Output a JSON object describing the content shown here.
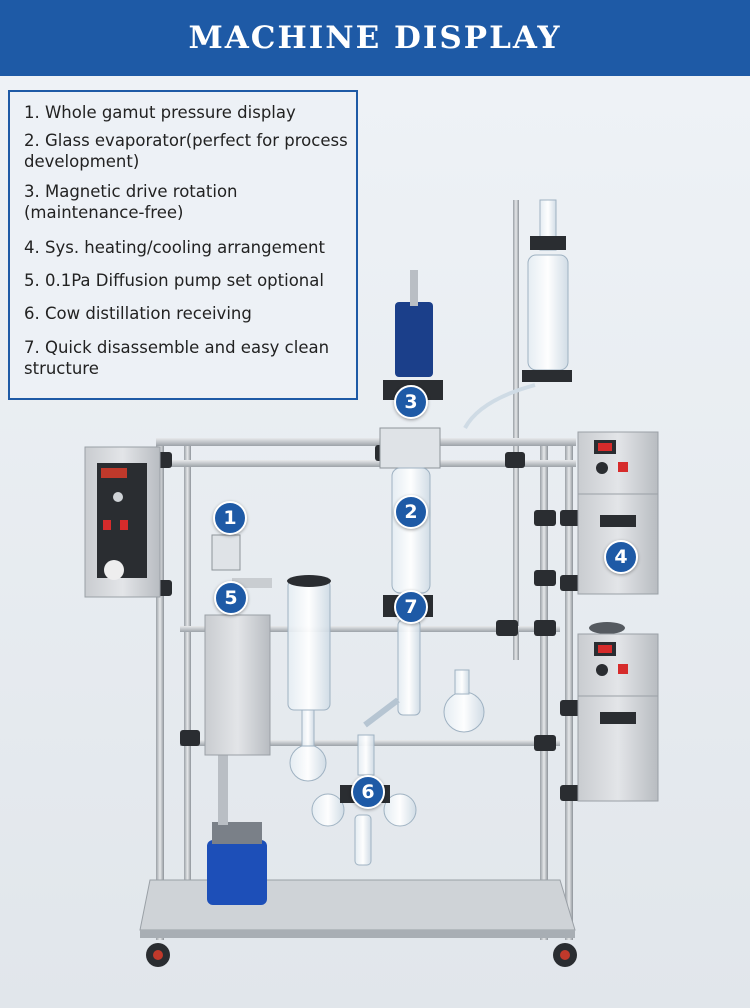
{
  "banner": {
    "title": "MACHINE DISPLAY"
  },
  "features": [
    "1. Whole gamut pressure display",
    "2. Glass evaporator(perfect for process development)",
    "3. Magnetic drive rotation (maintenance-free)",
    "4. Sys. heating/cooling arrangement",
    "5. 0.1Pa Diffusion pump set optional",
    "6. Cow distillation receiving",
    "7. Quick disassemble and easy clean structure"
  ],
  "badges": [
    "1",
    "2",
    "3",
    "4",
    "5",
    "6",
    "7"
  ],
  "colors": {
    "brand_blue": "#1e5aa6",
    "background": "#eef2f6"
  }
}
